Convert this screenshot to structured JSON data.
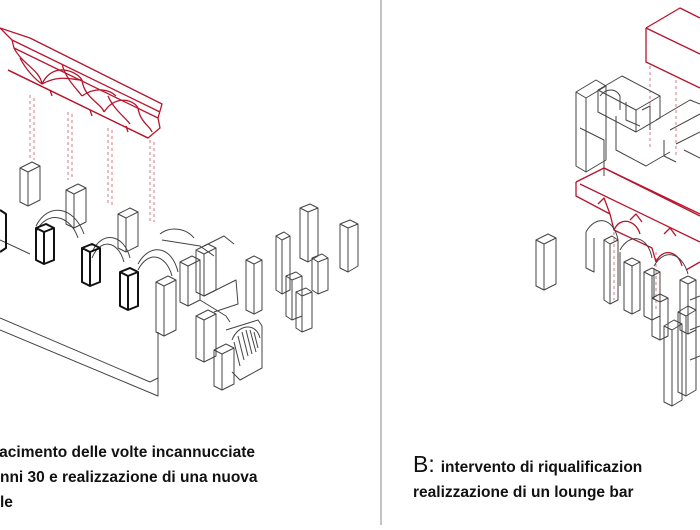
{
  "panel_a": {
    "caption_lines": [
      "facimento delle volte incannucciate",
      "nni 30 e realizzazione di una nuova",
      "le"
    ]
  },
  "panel_b": {
    "letter": "B:",
    "caption_lines": [
      "intervento di riqualificazion",
      "realizzazione di un lounge bar"
    ]
  },
  "colors": {
    "line": "#444444",
    "red": "#b8142c",
    "divider": "#888888"
  }
}
